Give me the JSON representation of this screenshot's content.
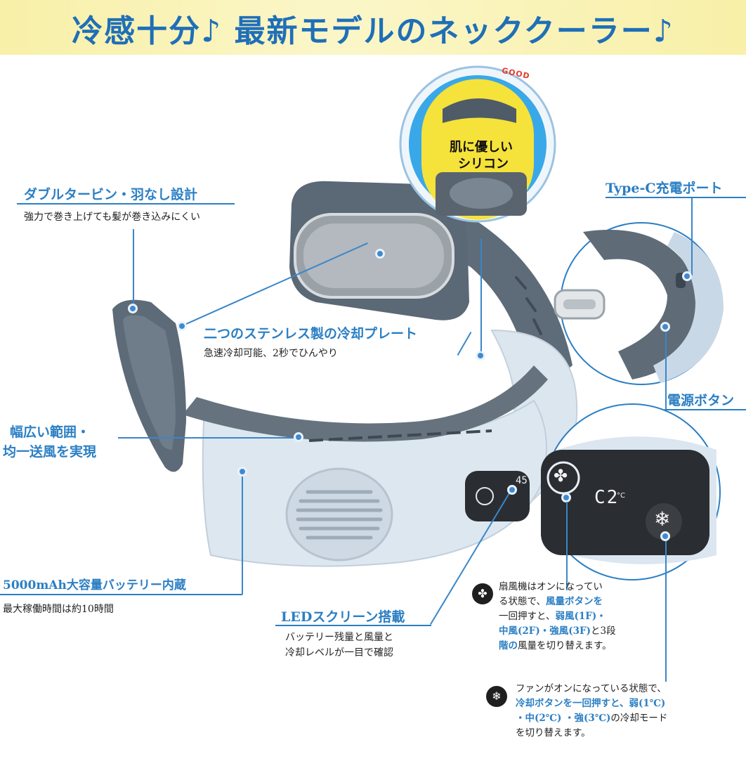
{
  "banner": {
    "title": "冷感十分♪ 最新モデルのネッククーラー♪"
  },
  "inset_top": {
    "badge": "GOOD",
    "line1": "肌に優しい",
    "line2": "シリコン"
  },
  "features": {
    "turbine": {
      "title": "ダブルタービン・羽なし設計",
      "desc": "強力で巻き上げても髪が巻き込みにくい"
    },
    "plate": {
      "title": "二つのステンレス製の冷却プレート",
      "desc": "急速冷却可能、2秒でひんやり"
    },
    "wide": {
      "title_line1": "幅広い範囲・",
      "title_line2": "均一送風を実現"
    },
    "battery": {
      "title": "5000mAh大容量バッテリー内蔵",
      "desc": "最大稼働時間は約10時間"
    },
    "led": {
      "title": "LEDスクリーン搭載",
      "desc_line1": "バッテリー残量と風量と",
      "desc_line2": "冷却レベルが一目で確認"
    },
    "typec": {
      "title": "Type-C充電ポート"
    },
    "power": {
      "title": "電源ボタン"
    }
  },
  "screen": {
    "temp": "C2",
    "unit": "°C",
    "small": "45"
  },
  "notes": {
    "fan": {
      "l1a": "扇風機はオンになってい",
      "l2a": "る状態で、",
      "l2b": "風量ボタンを",
      "l3a": "一回押すと、",
      "l3b": "弱風(1F)・",
      "l4a": "中風(2F)・強風(3F)",
      "l4b": "と3段",
      "l5a": "階の",
      "l5b": "風量を切り替えます。"
    },
    "cool": {
      "l1": "ファンがオンになっている状態で、",
      "l2a": "冷却ボタンを一回押すと、",
      "l2b": "弱(1℃)",
      "l3a": "・中(2℃) ・強(3℃)",
      "l3b": "の冷却モード",
      "l4": "を切り替えます。"
    }
  },
  "colors": {
    "accent": "#2b7fc4",
    "banner_bg": "#f8f0a8",
    "device_body": "#dfe8f1",
    "device_strap": "#5f6d7a"
  },
  "icons": [
    "fan-icon",
    "snowflake-icon",
    "usb-c-icon"
  ]
}
